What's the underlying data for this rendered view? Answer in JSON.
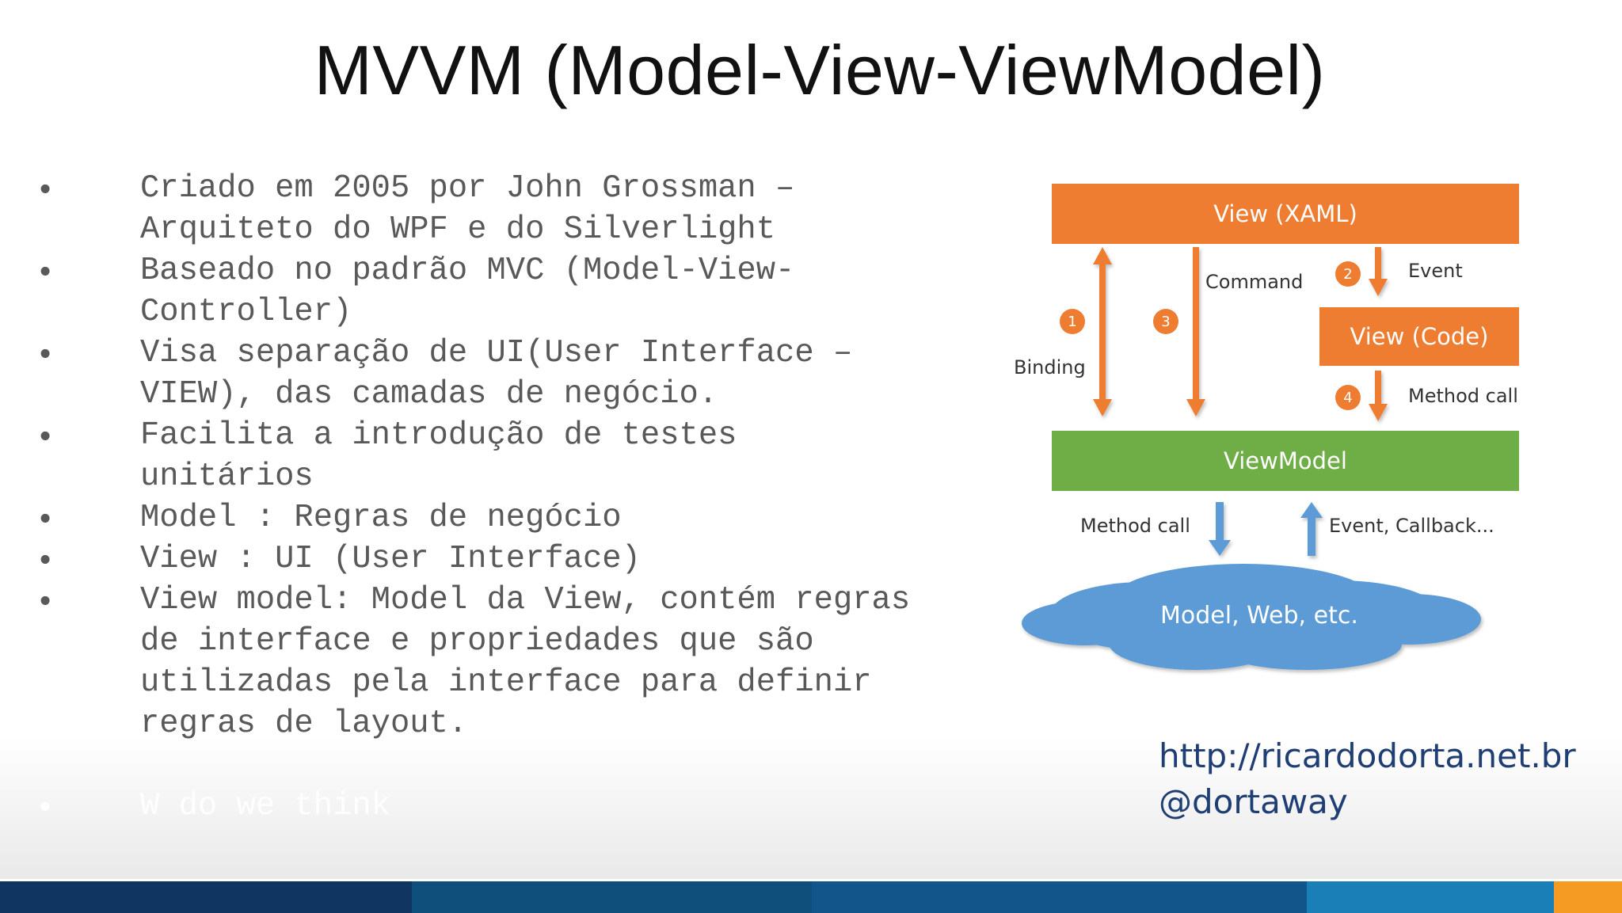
{
  "slide": {
    "title": "MVVM (Model-View-ViewModel)"
  },
  "bullets": [
    {
      "marker": "•",
      "text": "Criado em 2005 por John Grossman –\nArquiteto do WPF e do Silverlight"
    },
    {
      "marker": "•",
      "text": "Baseado no padrão MVC (Model-View-\nController)"
    },
    {
      "marker": "•",
      "text": "Visa separação de UI(User Interface –\nVIEW), das camadas de negócio."
    },
    {
      "marker": "•",
      "text": "Facilita a introdução de testes\nunitários"
    },
    {
      "marker": "•",
      "text": "Model : Regras de negócio"
    },
    {
      "marker": "•",
      "text": "View : UI (User Interface)"
    },
    {
      "marker": "•",
      "text": "View model: Model da View, contém regras\nde interface e propriedades que são\nutilizadas pela interface para definir\nregras de layout."
    }
  ],
  "ghost_bullet": {
    "marker": "•",
    "text": "W do we think"
  },
  "diagram": {
    "view_xaml": "View (XAML)",
    "view_code": "View (Code)",
    "viewmodel": "ViewModel",
    "model": "Model, Web, etc.",
    "binding": "Binding",
    "command": "Command",
    "event": "Event",
    "method_call_top": "Method call",
    "method_call_bottom": "Method call",
    "event_callback": "Event, Callback...",
    "n1": "1",
    "n2": "2",
    "n3": "3",
    "n4": "4"
  },
  "credits": {
    "url": "http://ricardodorta.net.br",
    "handle": "@dortaway"
  },
  "colors": {
    "orange": "#ee7d31",
    "green": "#6fad47",
    "blue": "#5b9bd5",
    "footer": [
      "#0f3560",
      "#0f4f7c",
      "#1a7fb7",
      "#f59a23"
    ]
  }
}
